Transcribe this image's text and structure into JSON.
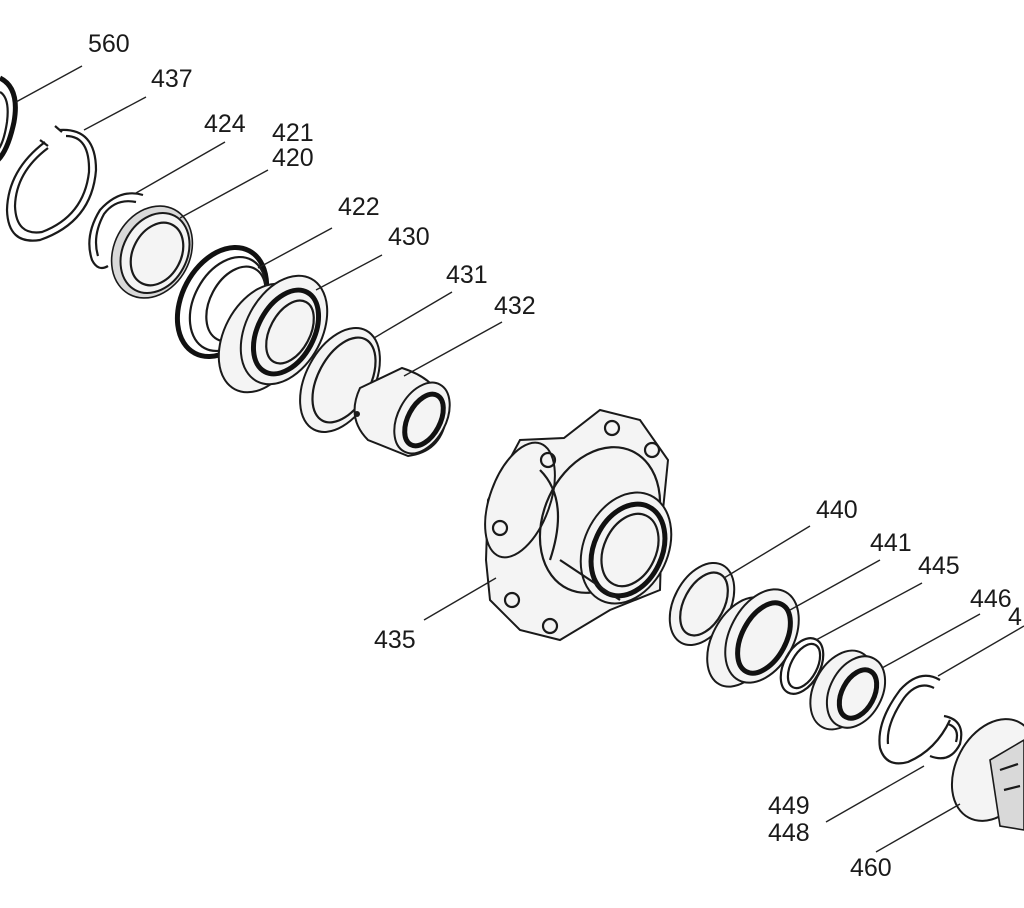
{
  "callouts": [
    {
      "id": "c560",
      "text": "560"
    },
    {
      "id": "c437",
      "text": "437"
    },
    {
      "id": "c424",
      "text": "424"
    },
    {
      "id": "c421",
      "text": "421"
    },
    {
      "id": "c420",
      "text": "420"
    },
    {
      "id": "c422",
      "text": "422"
    },
    {
      "id": "c430",
      "text": "430"
    },
    {
      "id": "c431",
      "text": "431"
    },
    {
      "id": "c432",
      "text": "432"
    },
    {
      "id": "c440",
      "text": "440"
    },
    {
      "id": "c441",
      "text": "441"
    },
    {
      "id": "c445",
      "text": "445"
    },
    {
      "id": "c446",
      "text": "446"
    },
    {
      "id": "c447",
      "text": "4"
    },
    {
      "id": "c435",
      "text": "435"
    },
    {
      "id": "c449",
      "text": "449"
    },
    {
      "id": "c448",
      "text": "448"
    },
    {
      "id": "c460",
      "text": "460"
    }
  ]
}
